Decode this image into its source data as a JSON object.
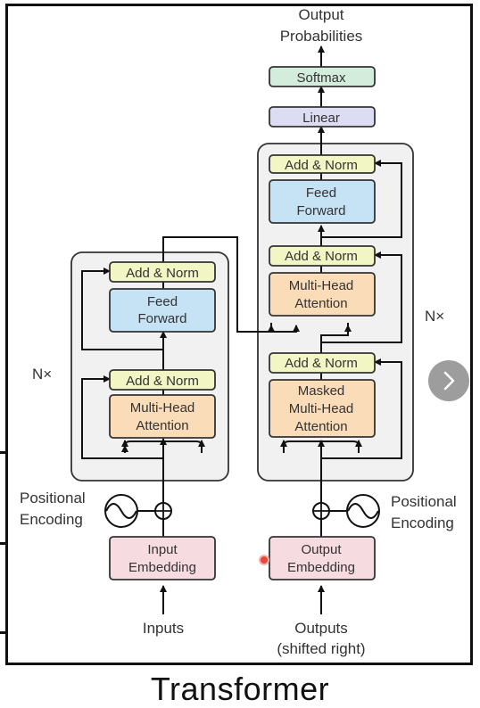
{
  "caption": "Transformer",
  "encoder": {
    "add_norm_top": "Add & Norm",
    "feed_forward": [
      "Feed",
      "Forward"
    ],
    "add_norm_bottom": "Add & Norm",
    "multi_head": [
      "Multi-Head",
      "Attention"
    ],
    "repeat_label": "N×",
    "positional_encoding": [
      "Positional",
      "Encoding"
    ],
    "embedding": [
      "Input",
      "Embedding"
    ],
    "input_label": "Inputs"
  },
  "decoder": {
    "add_norm_top": "Add & Norm",
    "feed_forward": [
      "Feed",
      "Forward"
    ],
    "add_norm_mid": "Add & Norm",
    "multi_head": [
      "Multi-Head",
      "Attention"
    ],
    "add_norm_bottom": "Add & Norm",
    "masked_attention": [
      "Masked",
      "Multi-Head",
      "Attention"
    ],
    "repeat_label": "N×",
    "positional_encoding": [
      "Positional",
      "Encoding"
    ],
    "embedding": [
      "Output",
      "Embedding"
    ],
    "input_label": [
      "Outputs",
      "(shifted right)"
    ]
  },
  "head": {
    "linear": "Linear",
    "softmax": "Softmax",
    "output": [
      "Output",
      "Probabilities"
    ]
  },
  "colors": {
    "add_norm": "#f2f5c4",
    "feed_forward": "#c6e2f5",
    "attention": "#fbdcb8",
    "embedding": "#f6dbe0",
    "linear": "#dcdcf2",
    "softmax": "#d3ecdc",
    "stack_bg": "#f1f1f1",
    "border": "#333333"
  }
}
